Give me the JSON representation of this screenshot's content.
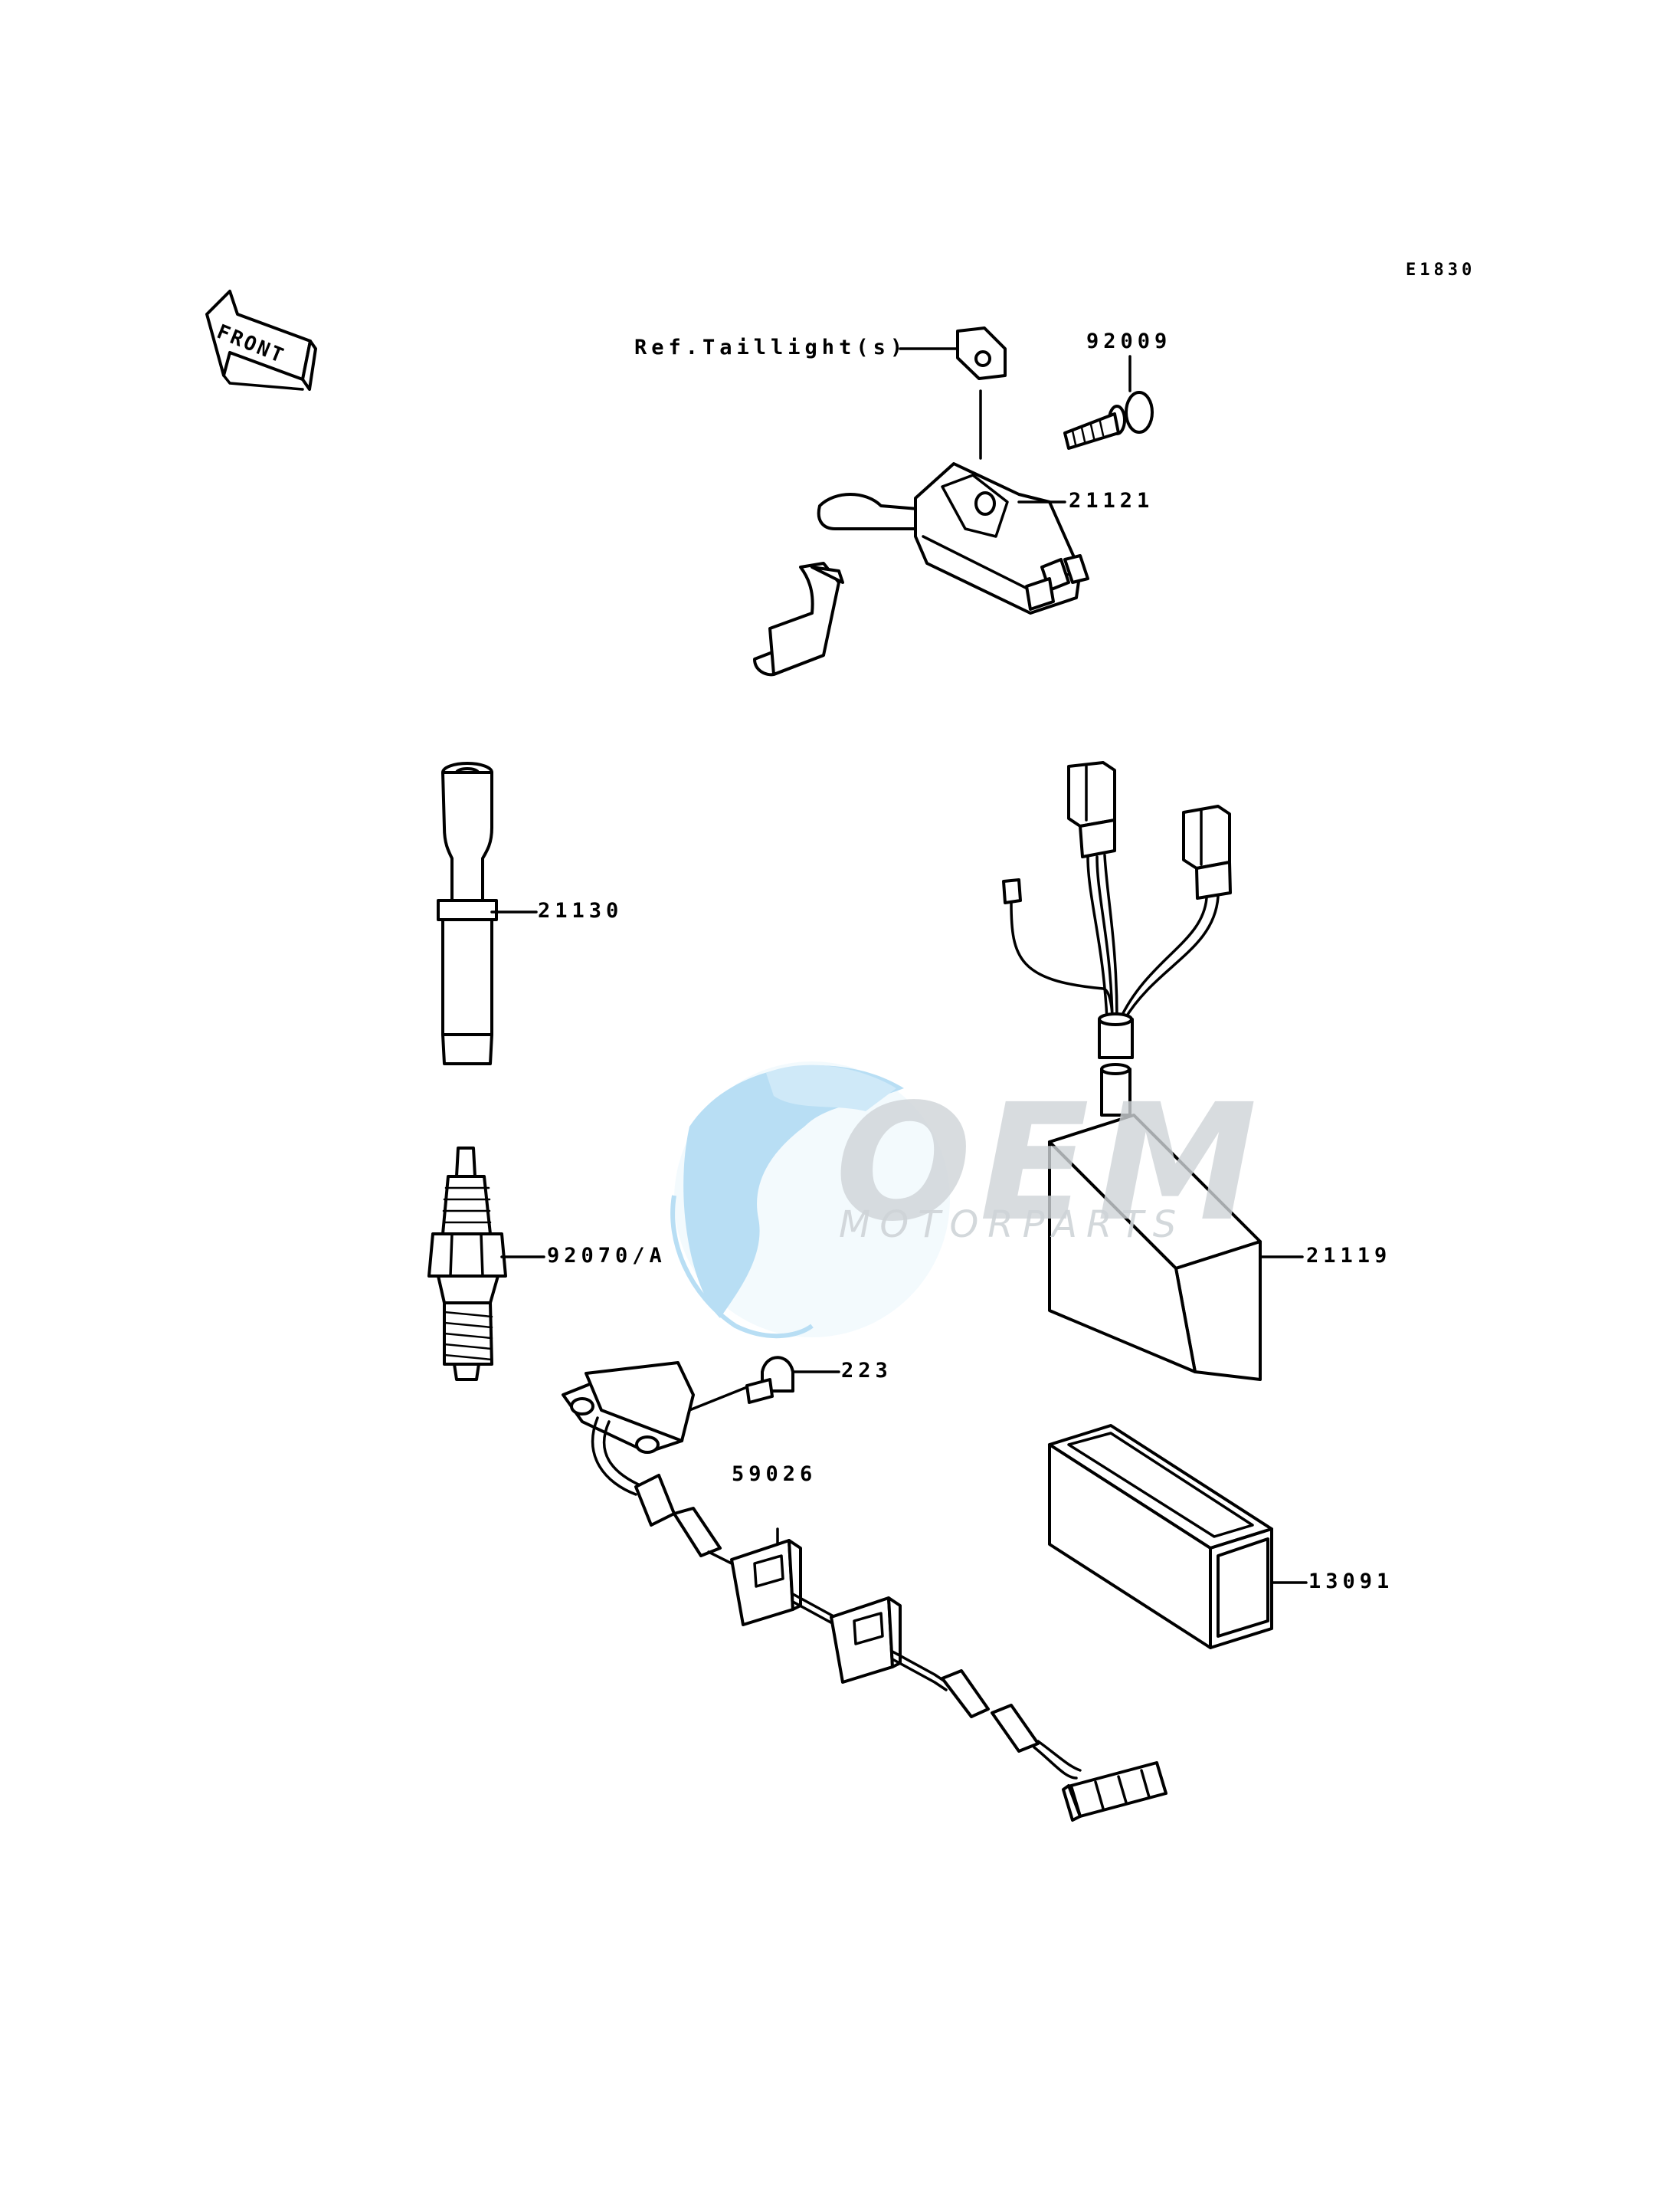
{
  "diagram_code": "E1830",
  "front_label": "FRONT",
  "watermark": {
    "logo_text": "OEM",
    "sub_text": "MOTORPARTS"
  },
  "callouts": {
    "ref_taillight": "Ref.Taillight(s)",
    "p92009": "92009",
    "p21121": "21121",
    "p21130": "21130",
    "p92070": "92070/A",
    "p21119": "21119",
    "p223": "223",
    "p59026": "59026",
    "p13091": "13091"
  },
  "colors": {
    "line": "#000000",
    "watermark_globe": "#9fd3f0",
    "watermark_text": "#cfd4d8"
  }
}
